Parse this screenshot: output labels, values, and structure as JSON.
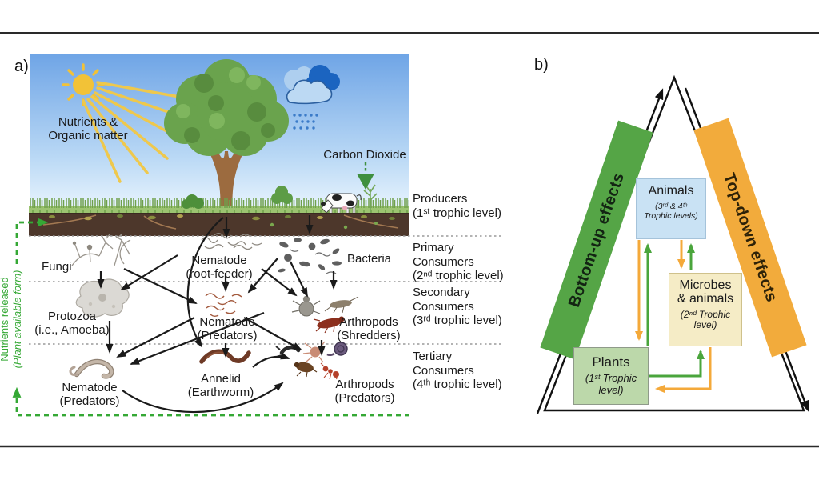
{
  "panel_a": {
    "panel_label": "a)",
    "nutrients_label": "Nutrients &\nOrganic matter",
    "co2_label": "Carbon Dioxide",
    "nutrients_released": {
      "line1": "Nutrients released",
      "line2": "(Plant available form)"
    },
    "organisms": {
      "fungi": "Fungi",
      "nematode_root_feeder": "Nematode\n(root-feeder)",
      "bacteria": "Bacteria",
      "protozoa": "Protozoa\n(i.e., Amoeba)",
      "nematode_predators_secondary": "Nematode\n(Predators)",
      "arthropods_shredders": "Arthropods\n(Shredders)",
      "nematode_predators_tertiary": "Nematode\n(Predators)",
      "annelid": "Annelid\n(Earthworm)",
      "arthropods_predators": "Arthropods\n(Predators)"
    },
    "trophic_levels": [
      {
        "label": "Producers\n(1ˢᵗ trophic level)"
      },
      {
        "label": "Primary\nConsumers\n(2ⁿᵈ trophic level)"
      },
      {
        "label": "Secondary\nConsumers\n(3ʳᵈ trophic level)"
      },
      {
        "label": "Tertiary\nConsumers\n(4ᵗʰ trophic level)"
      }
    ]
  },
  "panel_b": {
    "panel_label": "b)",
    "bottom_up": "Bottom-up effects",
    "top_down": "Top-down effects",
    "boxes": {
      "animals": {
        "title": "Animals",
        "subtitle": "(3ʳᵈ & 4ᵗʰ\nTrophic levels)"
      },
      "microbes": {
        "title": "Microbes\n& animals",
        "subtitle": "(2ⁿᵈ Trophic\nlevel)"
      },
      "plants": {
        "title": "Plants",
        "subtitle": "(1ˢᵗ Trophic\nlevel)"
      }
    }
  },
  "colors": {
    "accent_green": "#35a835",
    "banner_green": "#55a546",
    "banner_orange": "#f2ab3c",
    "box_animals_fill": "#c9e2f4",
    "box_microbes_fill": "#f5ecc6",
    "box_plants_fill": "#bcd8aa",
    "arrow_green": "#4aa53c",
    "arrow_orange": "#f4a93a",
    "sky_top": "#6fa5e6",
    "sky_bottom": "#eaf5fe",
    "soil_brown": "#4d372b",
    "sun_yellow": "#f2c237"
  }
}
